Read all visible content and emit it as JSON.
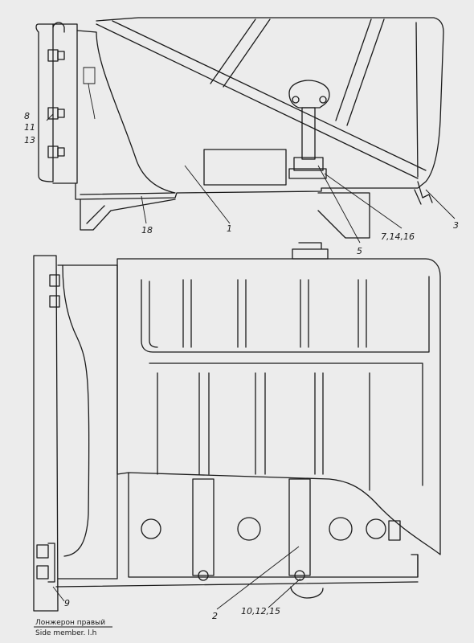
{
  "callouts": {
    "c8": "8",
    "c11": "11",
    "c13": "13",
    "c18": "18",
    "c1": "1",
    "c5": "5",
    "c7_14_16": "7,14,16",
    "c3": "3",
    "c9": "9",
    "c2": "2",
    "c10_12_15": "10,12,15"
  },
  "caption": {
    "ru": "Лонжерон правый",
    "en": "Side member. l.h"
  },
  "colors": {
    "line": "#1a1a1a",
    "background": "#ececec"
  }
}
